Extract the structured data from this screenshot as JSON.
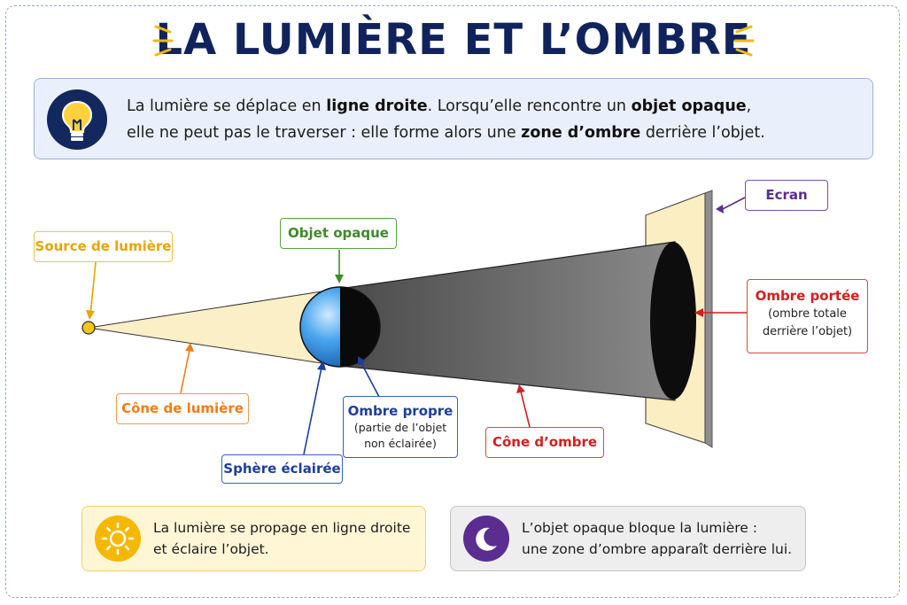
{
  "title": "LA LUMIÈRE ET L’OMBRE",
  "intro": {
    "line1_a": "La lumière se déplace en ",
    "line1_b": "ligne droite",
    "line1_c": ". Lorsqu’elle rencontre un ",
    "line1_d": "objet opaque",
    "line1_e": ",",
    "line2_a": "elle ne peut pas le traverser : elle forme alors une ",
    "line2_b": "zone d’ombre",
    "line2_c": " derrière l’objet."
  },
  "labels": {
    "source": "Source de lumière",
    "objet": "Objet opaque",
    "ecran": "Ecran",
    "ombre_portee_title": "Ombre portée",
    "ombre_portee_sub1": "(ombre totale",
    "ombre_portee_sub2": "derrière l’objet)",
    "cone_lumiere": "Cône de lumière",
    "ombre_propre_title": "Ombre propre",
    "ombre_propre_sub1": "(partie de l’objet",
    "ombre_propre_sub2": "non éclairée)",
    "cone_ombre": "Cône d’ombre",
    "sphere": "Sphère éclairée"
  },
  "bottom_left": {
    "line1": "La lumière se propage en ligne droite",
    "line2": "et éclaire l’objet.",
    "icon": "sun-icon"
  },
  "bottom_right": {
    "line1": "L’objet opaque bloque la lumière :",
    "line2": "une zone d’ombre apparaît derrière lui.",
    "icon": "moon-icon"
  },
  "colors": {
    "title": "#10235c",
    "source": "#e8a400",
    "objet": "#3d8b2a",
    "ecran": "#5a2d91",
    "ombre_portee": "#d21f1f",
    "cone_lumiere": "#f07d16",
    "ombre_propre": "#1d3f9a",
    "cone_ombre": "#d21f1f",
    "sphere": "#1d3f9a"
  }
}
